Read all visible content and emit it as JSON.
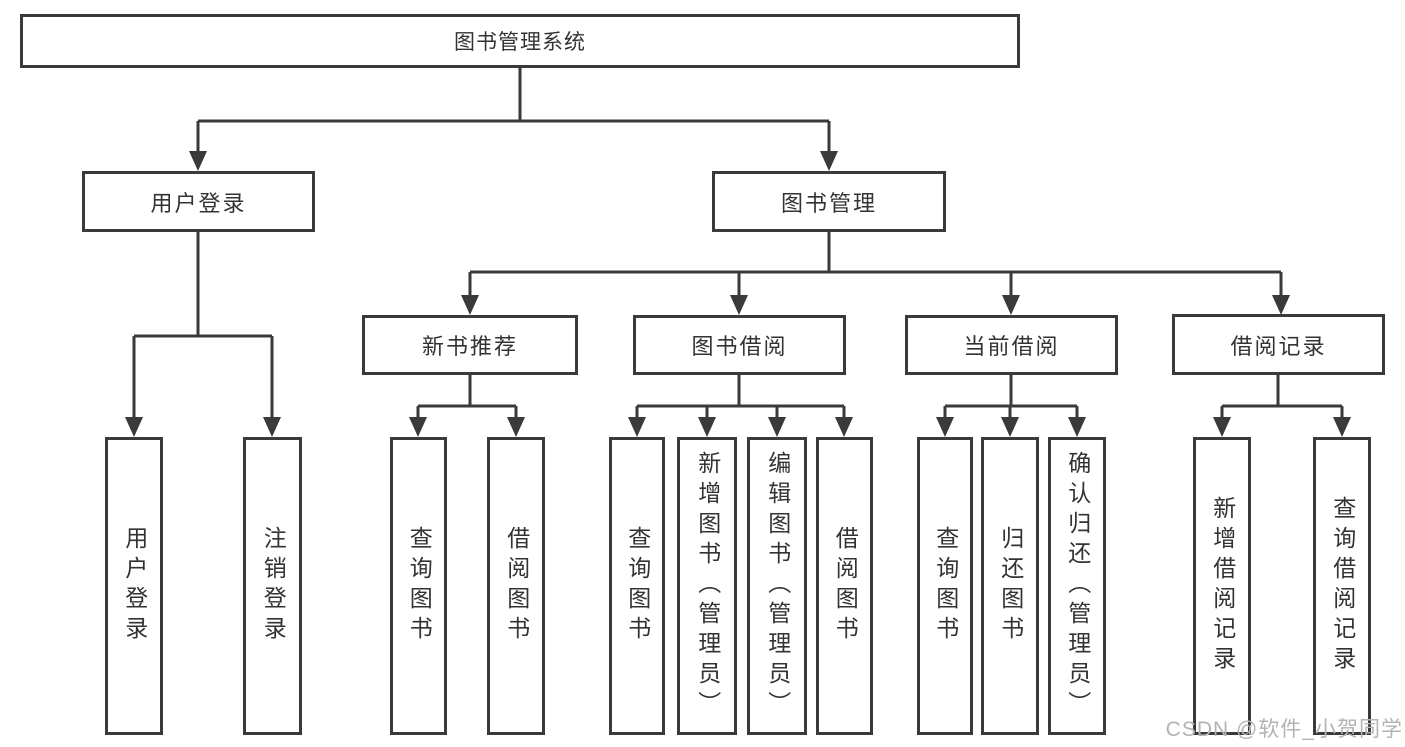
{
  "watermark": "CSDN @软件_小贺同学",
  "colors": {
    "line": "#3a3a3a",
    "border": "#3a3a3a",
    "text": "#333333",
    "box_background": "#ffffff",
    "watermark": "#b3b3b3"
  },
  "tree": {
    "label": "图书管理系统",
    "children": [
      {
        "label": "用户登录",
        "children": [
          {
            "label": "用户登录"
          },
          {
            "label": "注销登录"
          }
        ]
      },
      {
        "label": "图书管理",
        "children": [
          {
            "label": "新书推荐",
            "children": [
              {
                "label": "查询图书"
              },
              {
                "label": "借阅图书"
              }
            ]
          },
          {
            "label": "图书借阅",
            "children": [
              {
                "label": "查询图书"
              },
              {
                "label": "新增图书（管理员）"
              },
              {
                "label": "编辑图书（管理员）"
              },
              {
                "label": "借阅图书"
              }
            ]
          },
          {
            "label": "当前借阅",
            "children": [
              {
                "label": "查询图书"
              },
              {
                "label": "归还图书"
              },
              {
                "label": "确认归还（管理员）"
              }
            ]
          },
          {
            "label": "借阅记录",
            "children": [
              {
                "label": "新增借阅记录"
              },
              {
                "label": "查询借阅记录"
              }
            ]
          }
        ]
      }
    ]
  }
}
